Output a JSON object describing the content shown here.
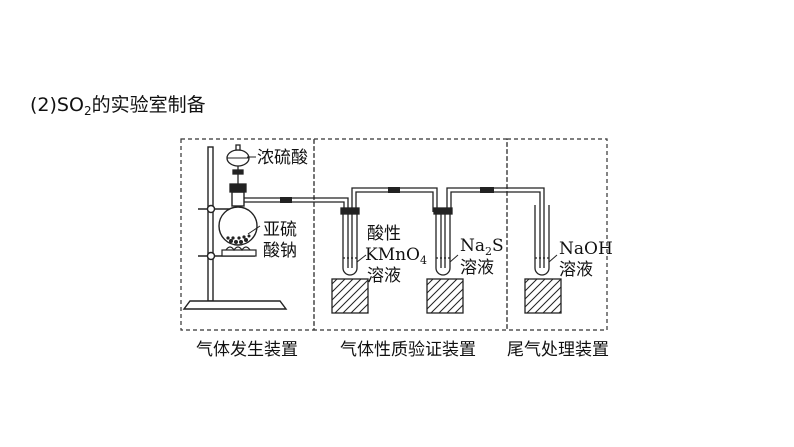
{
  "heading": {
    "prefix": "(2)SO",
    "sub": "2",
    "suffix": "的实验室制备"
  },
  "reagents": {
    "funnel": "浓硫酸",
    "flask_line1": "亚硫",
    "flask_line2": "酸钠",
    "tube1_line1": "酸性",
    "tube1_line2_a": "KMnO",
    "tube1_line2_sub": "4",
    "tube1_line3": "溶液",
    "tube2_line1_a": "Na",
    "tube2_line1_sub": "2",
    "tube2_line1_b": "S",
    "tube2_line2": "溶液",
    "tube3_line1": "NaOH",
    "tube3_line2": "溶液"
  },
  "sections": {
    "generation": "气体发生装置",
    "verification": "气体性质验证装置",
    "tail": "尾气处理装置"
  }
}
